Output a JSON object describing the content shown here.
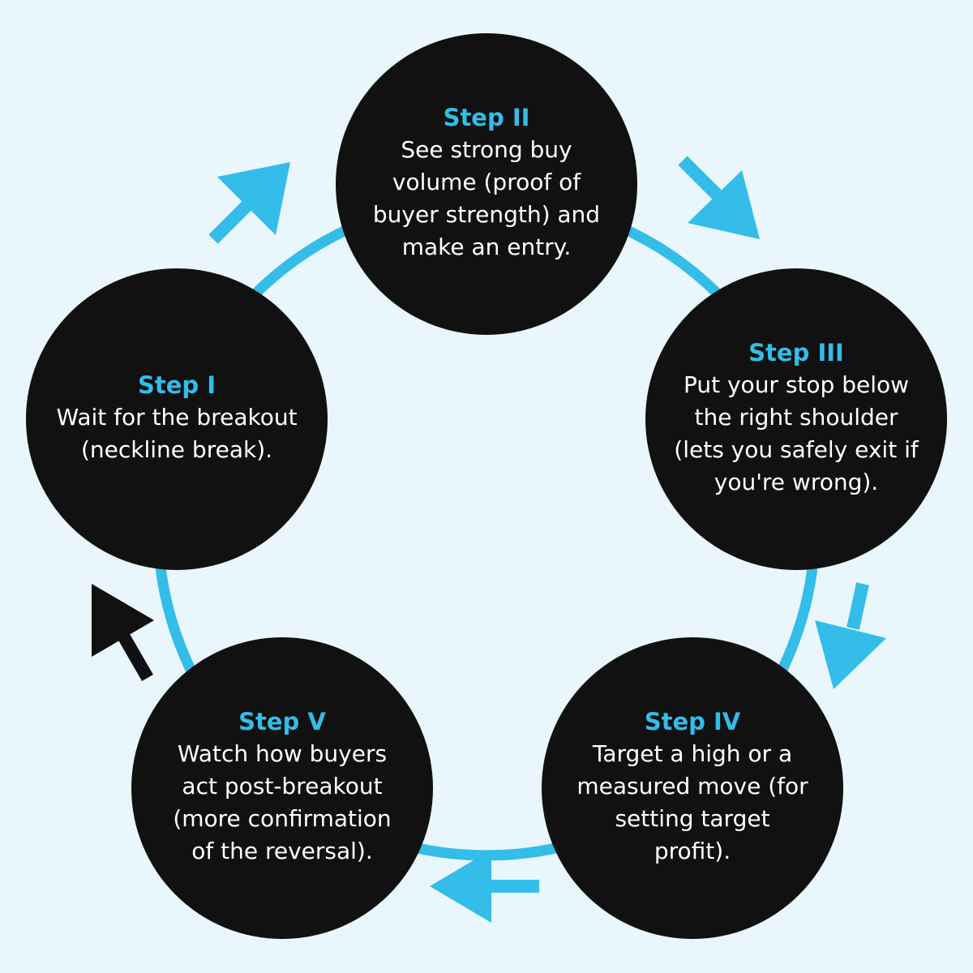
{
  "colors": {
    "background": "#e9f7fd",
    "circle": "#111111",
    "accent": "#33bde8",
    "text": "#ffffff",
    "final_arrow": "#111111"
  },
  "steps": [
    {
      "title": "Step I",
      "body": "Wait for the breakout\n(neckline break)."
    },
    {
      "title": "Step II",
      "body": "See strong buy\nvolume (proof of\nbuyer strength) and\nmake an entry."
    },
    {
      "title": "Step III",
      "body": "Put your stop below\nthe right shoulder\n(lets you safely exit if\nyou're wrong)."
    },
    {
      "title": "Step IV",
      "body": "Target a high or a\nmeasured move (for\nsetting target\nprofit)."
    },
    {
      "title": "Step V",
      "body": "Watch how buyers\nact post-breakout\n(more confirmation\nof the reversal)."
    }
  ],
  "arrows": [
    {
      "from": "Step I",
      "to": "Step II",
      "color": "accent",
      "icon": "arrow-up-right"
    },
    {
      "from": "Step II",
      "to": "Step III",
      "color": "accent",
      "icon": "arrow-down-right"
    },
    {
      "from": "Step III",
      "to": "Step IV",
      "color": "accent",
      "icon": "arrow-down"
    },
    {
      "from": "Step IV",
      "to": "Step V",
      "color": "accent",
      "icon": "arrow-left"
    },
    {
      "from": "Step V",
      "to": "Step I",
      "color": "final_arrow",
      "icon": "arrow-up-left"
    }
  ]
}
